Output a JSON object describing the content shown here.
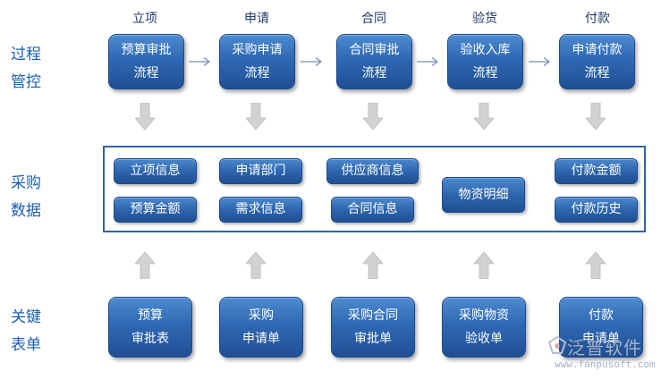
{
  "stages": [
    "立项",
    "申请",
    "合同",
    "验货",
    "付款"
  ],
  "row_labels": {
    "process": [
      "过程",
      "管控"
    ],
    "data": [
      "采购",
      "数据"
    ],
    "forms": [
      "关键",
      "表单"
    ]
  },
  "process_boxes": [
    [
      "预算审批",
      "流程"
    ],
    [
      "采购申请",
      "流程"
    ],
    [
      "合同审批",
      "流程"
    ],
    [
      "验收入库",
      "流程"
    ],
    [
      "申请付款",
      "流程"
    ]
  ],
  "data_items": {
    "col1": [
      "立项信息",
      "预算金额"
    ],
    "col2": [
      "申请部门",
      "需求信息"
    ],
    "col3": [
      "供应商信息",
      "合同信息"
    ],
    "col4": [
      "物资明细"
    ],
    "col5": [
      "付款金额",
      "付款历史"
    ]
  },
  "form_boxes": [
    [
      "预算",
      "审批表"
    ],
    [
      "采购",
      "申请单"
    ],
    [
      "采购合同",
      "审批单"
    ],
    [
      "采购物资",
      "验收单"
    ],
    [
      "付款",
      "申请单"
    ]
  ],
  "watermark": {
    "name": "泛普软件",
    "url": "www.fanpusoft.com"
  },
  "colors": {
    "box_blue": "#2f69b3",
    "frame_blue": "#2f64a8",
    "label_blue": "#1a5fb0",
    "arrow_gray": "#c8c8c8"
  }
}
